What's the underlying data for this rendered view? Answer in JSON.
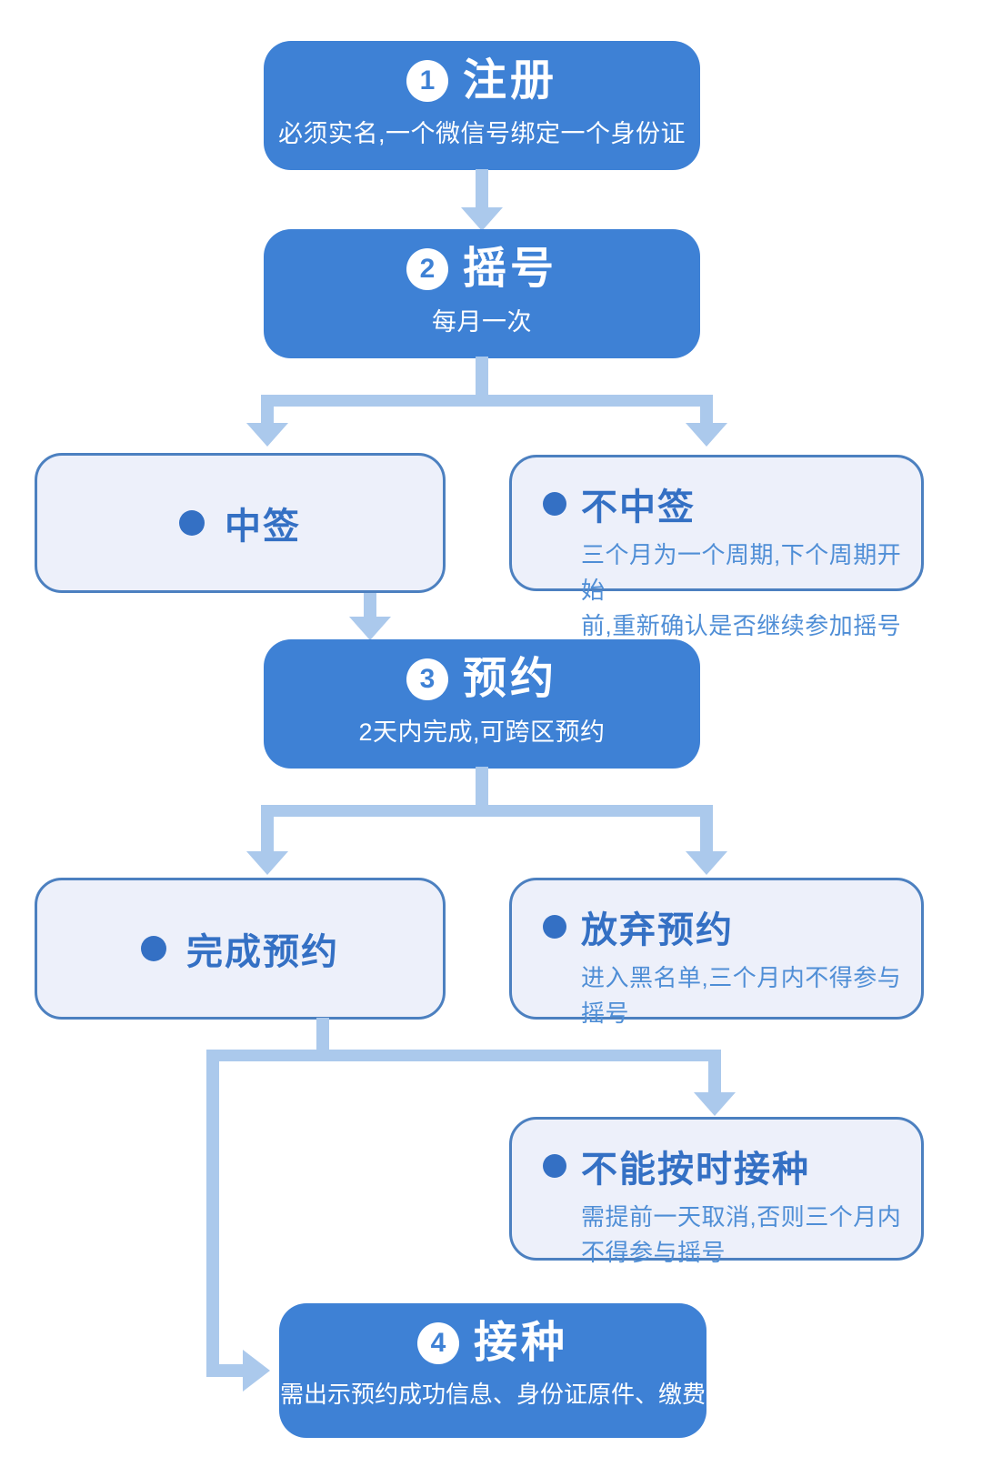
{
  "colors": {
    "step_box_fill": "#3e81d5",
    "light_box_fill": "#edf0fa",
    "light_box_border": "#4c80c0",
    "strong_text_blue": "#3470c4",
    "desc_text_blue": "#4f8ed6",
    "arrow_blue": "#abc9ec",
    "step_text_white": "#ffffff"
  },
  "flow": {
    "step1": {
      "num": "1",
      "title": "注册",
      "subtitle": "必须实名,一个微信号绑定一个身份证"
    },
    "step2": {
      "num": "2",
      "title": "摇号",
      "subtitle": "每月一次"
    },
    "step3": {
      "num": "3",
      "title": "预约",
      "subtitle": "2天内完成,可跨区预约"
    },
    "step4": {
      "num": "4",
      "title": "接种",
      "subtitle": "需出示预约成功信息、身份证原件、缴费"
    },
    "win": {
      "title": "中签"
    },
    "lose": {
      "title": "不中签",
      "desc": "三个月为一个周期,下个周期开始\n前,重新确认是否继续参加摇号"
    },
    "complete": {
      "title": "完成预约"
    },
    "abandon": {
      "title": "放弃预约",
      "desc": "进入黑名单,三个月内不得参与\n摇号"
    },
    "miss": {
      "title": "不能按时接种",
      "desc": "需提前一天取消,否则三个月内\n不得参与摇号"
    }
  }
}
